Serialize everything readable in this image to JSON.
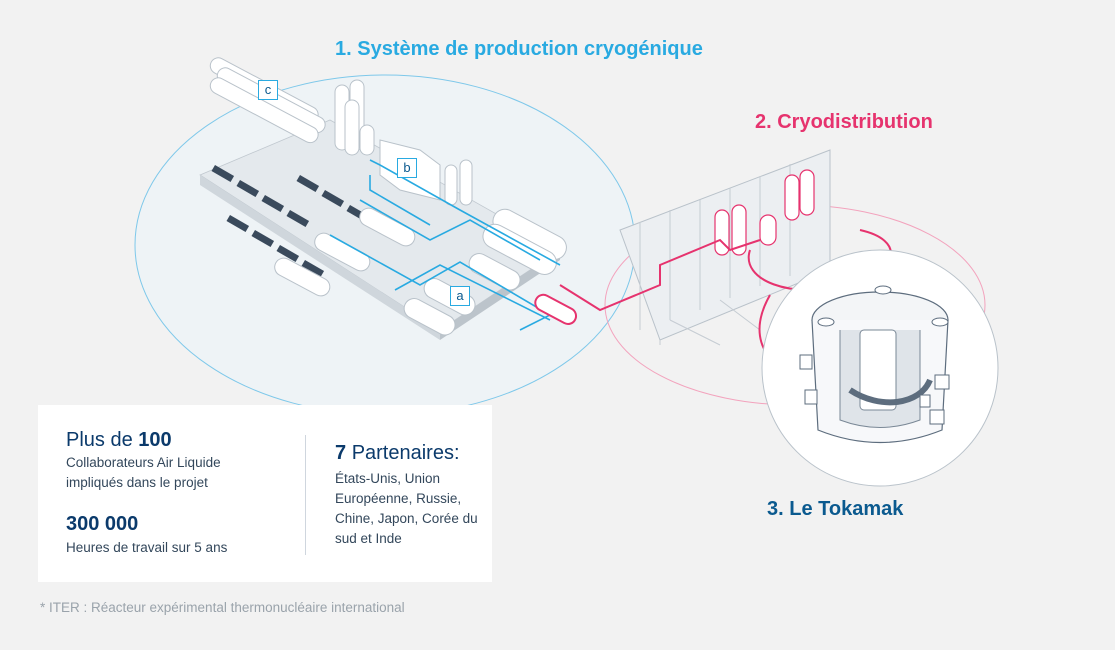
{
  "sections": {
    "production": {
      "title": "1. Système de production cryogénique",
      "color": "#29aae1"
    },
    "distribution": {
      "title": "2. Cryodistribution",
      "color": "#e6336e"
    },
    "tokamak": {
      "title": "3. Le Tokamak",
      "color": "#0b5a8f"
    }
  },
  "tags": {
    "a": "a",
    "b": "b",
    "c": "c"
  },
  "stats": {
    "collaborators": {
      "prefix": "Plus de",
      "value": "100",
      "description": "Collaborateurs Air Liquide impliqués dans le projet"
    },
    "hours": {
      "value": "300 000",
      "description": "Heures de travail sur 5 ans"
    },
    "partners": {
      "value": "7",
      "label": "Partenaires:",
      "list": "États-Unis, Union Européenne, Russie, Chine, Japon, Corée du sud et Inde"
    }
  },
  "footnote": "* ITER : Réacteur expérimental thermonucléaire international",
  "colors": {
    "background": "#f2f2f2",
    "line_blue": "#29aae1",
    "line_pink": "#e6336e",
    "dark_navy": "#0b3a6b",
    "equipment_grey": "#c9ced3",
    "dark_equipment": "#3a4a5c"
  }
}
